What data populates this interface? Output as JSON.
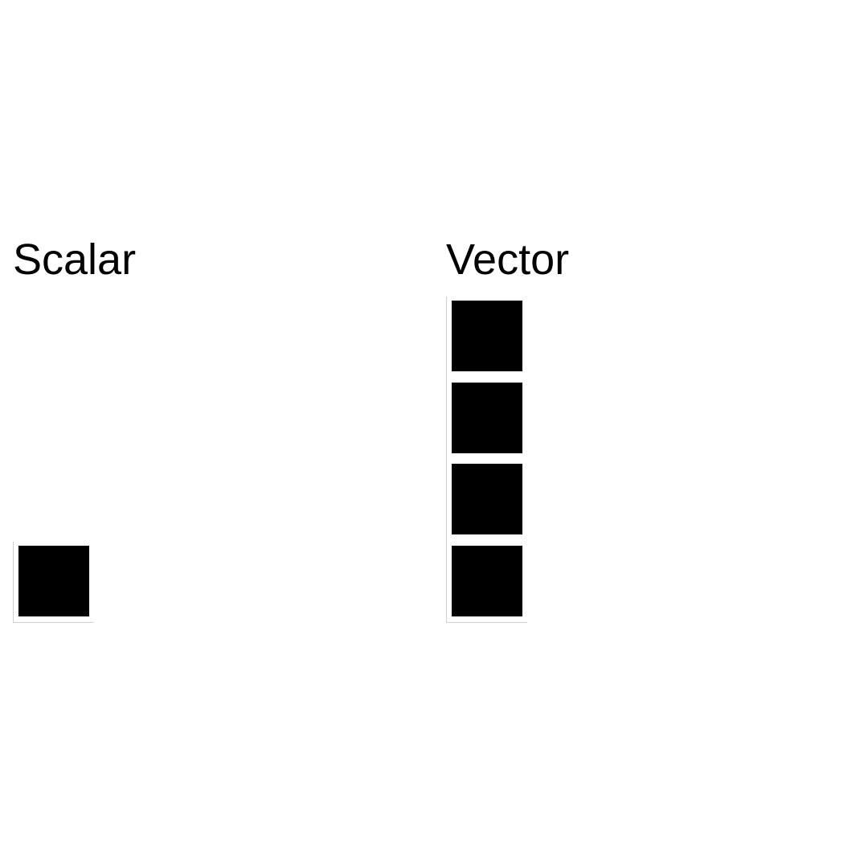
{
  "scalar": {
    "title": "Scalar",
    "element_count": 1
  },
  "vector": {
    "title": "Vector",
    "element_count": 4
  },
  "colors": {
    "square": "#000000",
    "border": "#cfcfcf",
    "background": "#ffffff"
  }
}
